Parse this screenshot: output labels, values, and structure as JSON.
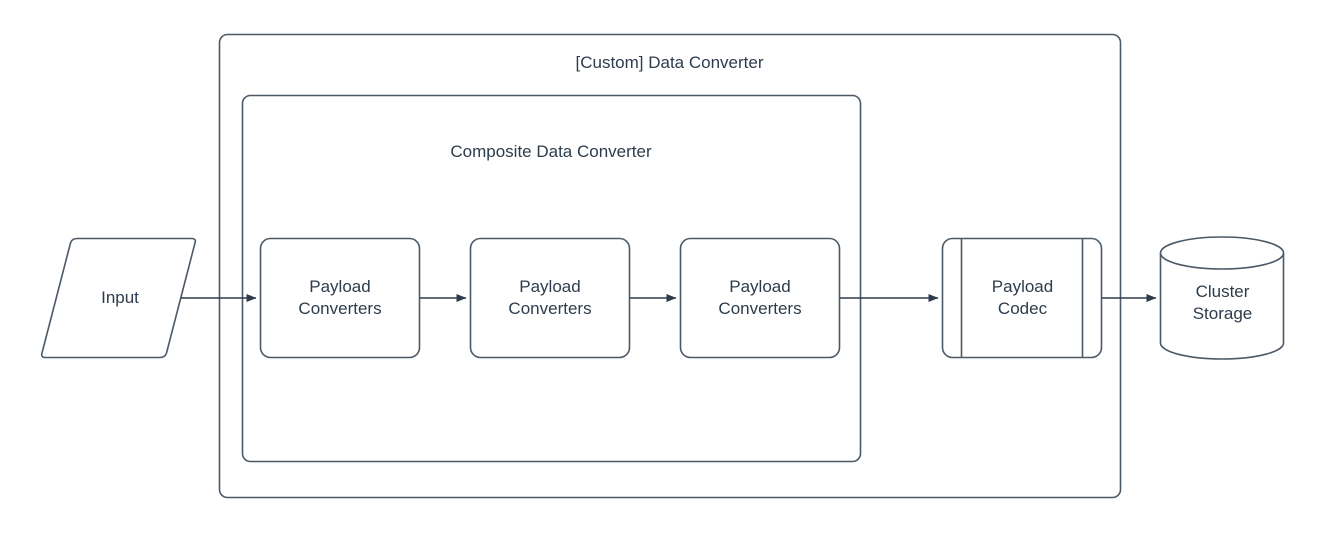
{
  "diagram": {
    "type": "flowchart",
    "background": "#ffffff",
    "stroke_color": "#4c5966",
    "text_color": "#2d3c4c",
    "fill_color": "#ffffff",
    "outer_container": {
      "title": "[Custom] Data Converter"
    },
    "inner_container": {
      "title": "Composite Data Converter"
    },
    "nodes": [
      {
        "id": "input",
        "label": "Input",
        "shape": "parallelogram"
      },
      {
        "id": "payload-converters-1",
        "label": "Payload\nConverters",
        "shape": "rounded-rectangle"
      },
      {
        "id": "payload-converters-2",
        "label": "Payload\nConverters",
        "shape": "rounded-rectangle"
      },
      {
        "id": "payload-converters-3",
        "label": "Payload\nConverters",
        "shape": "rounded-rectangle"
      },
      {
        "id": "payload-codec",
        "label": "Payload\nCodec",
        "shape": "predefined-process"
      },
      {
        "id": "cluster-storage",
        "label": "Cluster\nStorage",
        "shape": "cylinder"
      }
    ],
    "edges": [
      {
        "from": "input",
        "to": "payload-converters-1",
        "arrow": "single"
      },
      {
        "from": "payload-converters-1",
        "to": "payload-converters-2",
        "arrow": "single"
      },
      {
        "from": "payload-converters-2",
        "to": "payload-converters-3",
        "arrow": "single"
      },
      {
        "from": "payload-converters-3",
        "to": "payload-codec",
        "arrow": "single"
      },
      {
        "from": "payload-codec",
        "to": "cluster-storage",
        "arrow": "single"
      }
    ]
  }
}
